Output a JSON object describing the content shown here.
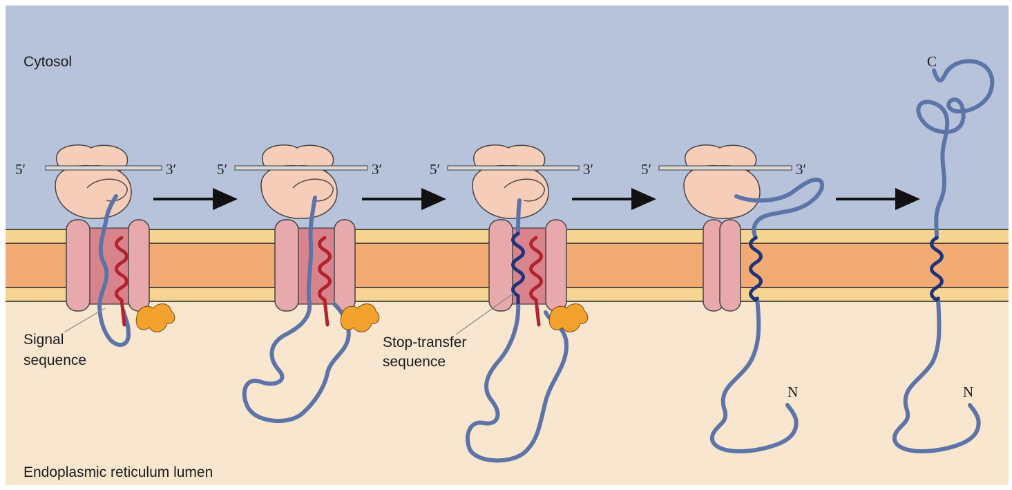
{
  "regions": {
    "cytosol": "Cytosol",
    "lumen": "Endoplasmic reticulum lumen"
  },
  "labels": {
    "signal_line1": "Signal",
    "signal_line2": "sequence",
    "stop_line1": "Stop-transfer",
    "stop_line2": "sequence"
  },
  "ends": {
    "five_prime": "5′",
    "three_prime": "3′",
    "n_terminus": "N",
    "c_terminus": "C"
  },
  "colors": {
    "cytosol": "#b7c3da",
    "lumen": "#f8e6cf",
    "membrane_core": "#f3ab76",
    "membrane_edge": "#f6d593",
    "ribosome": "#f6cdb8",
    "translocon": "#e7a9ab",
    "channel": "#d9848c",
    "polypeptide": "#5c74a8",
    "signal_sequence": "#b3232e",
    "stop_transfer": "#1f3478",
    "signal_peptidase": "#f3a22e",
    "arrow": "#111111"
  }
}
